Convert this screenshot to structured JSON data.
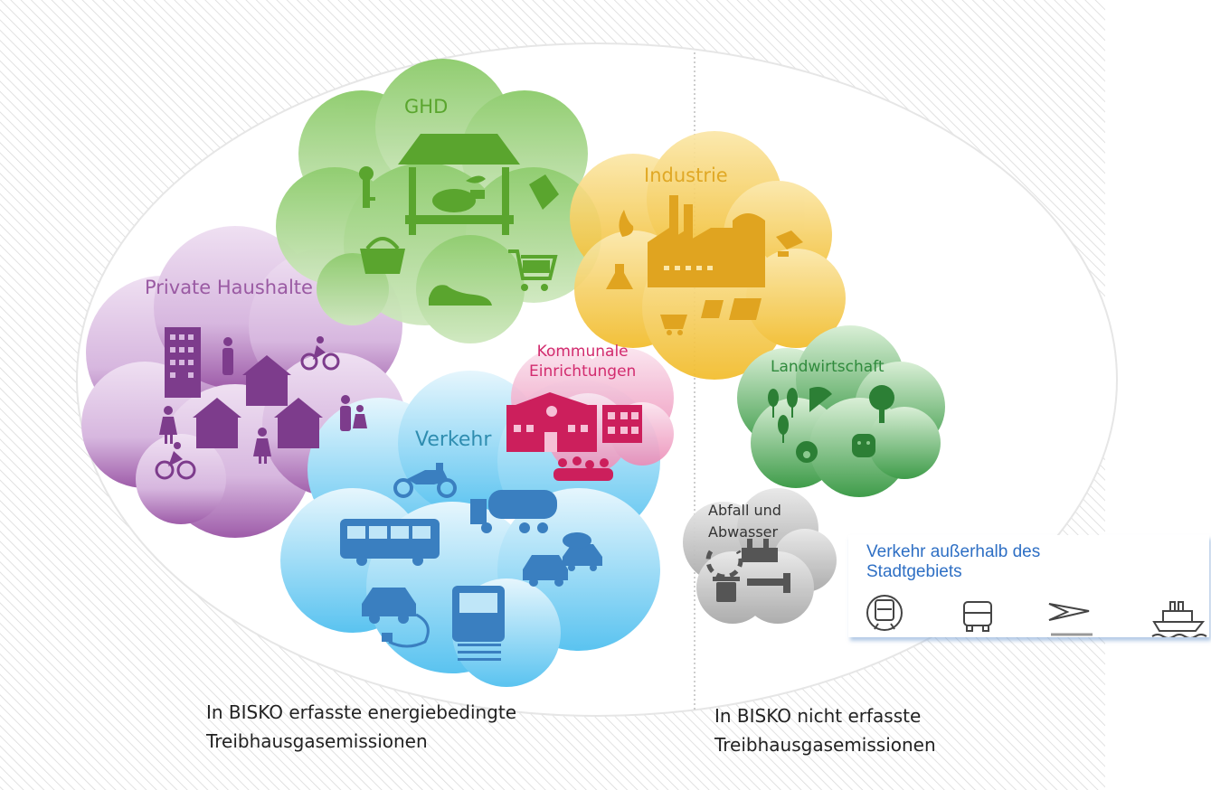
{
  "sectors": {
    "ghd": "GHD",
    "industrie": "Industrie",
    "private": "Private Haushalte",
    "kommunale_line1": "Kommunale",
    "kommunale_line2": "Einrichtungen",
    "landwirtschaft": "Landwirtschaft",
    "verkehr": "Verkehr",
    "abfall_line1": "Abfall und",
    "abfall_line2": "Abwasser"
  },
  "external_transport": {
    "title_line1": "Verkehr außerhalb des",
    "title_line2": "Stadtgebiets",
    "icons": [
      "train-icon",
      "car-icon",
      "airplane-icon",
      "ship-icon"
    ]
  },
  "captions": {
    "included_line1": "In BISKO erfasste energiebedingte",
    "included_line2": "Treibhausgasemissionen",
    "excluded_line1": "In BISKO nicht erfasste",
    "excluded_line2": "Treibhausgasemissionen"
  },
  "colors": {
    "ghd": "#7cc05a",
    "industrie": "#f4c23a",
    "private": "#b07fbe",
    "kommunale": "#e86aa0",
    "landwirtschaft": "#3d9a48",
    "verkehr": "#66c6ef",
    "abfall": "#b8b8b8",
    "external_title": "#2e6fc4"
  }
}
